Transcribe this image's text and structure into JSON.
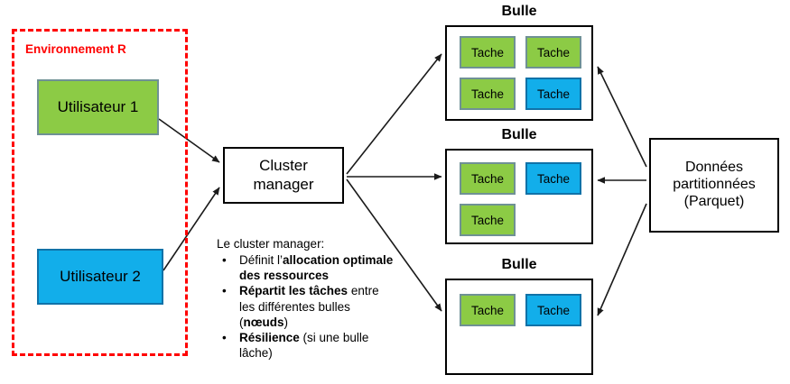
{
  "environment": {
    "label": "Environnement R",
    "border_color": "#ff0000",
    "users": [
      {
        "label": "Utilisateur 1",
        "color": "green"
      },
      {
        "label": "Utilisateur 2",
        "color": "blue"
      }
    ]
  },
  "cluster": {
    "line1": "Cluster",
    "line2": "manager"
  },
  "notes": {
    "heading": "Le cluster manager:",
    "bullet_char": "•",
    "items": [
      {
        "parts": [
          {
            "text": "Définit l’",
            "bold": false
          },
          {
            "text": "allocation optimale des ressources",
            "bold": true
          }
        ]
      },
      {
        "parts": [
          {
            "text": "Répartit les tâches",
            "bold": true
          },
          {
            "text": " entre les différentes bulles (",
            "bold": false
          },
          {
            "text": "nœuds",
            "bold": true
          },
          {
            "text": ")",
            "bold": false
          }
        ]
      },
      {
        "parts": [
          {
            "text": "Résilience",
            "bold": true
          },
          {
            "text": " (si une bulle lâche)",
            "bold": false
          }
        ]
      }
    ]
  },
  "bulles": [
    {
      "title": "Bulle",
      "taches": [
        {
          "label": "Tache",
          "color": "green"
        },
        {
          "label": "Tache",
          "color": "green"
        },
        {
          "label": "Tache",
          "color": "green"
        },
        {
          "label": "Tache",
          "color": "blue"
        }
      ]
    },
    {
      "title": "Bulle",
      "taches": [
        {
          "label": "Tache",
          "color": "green"
        },
        {
          "label": "Tache",
          "color": "blue"
        },
        {
          "label": "Tache",
          "color": "green"
        }
      ]
    },
    {
      "title": "Bulle",
      "taches": [
        {
          "label": "Tache",
          "color": "green"
        },
        {
          "label": "Tache",
          "color": "blue"
        }
      ]
    }
  ],
  "data_store": {
    "line1": "Données",
    "line2": "partitionnées",
    "line3": "(Parquet)"
  },
  "colors": {
    "green_fill": "#8ccb45",
    "green_border": "#6f9195",
    "blue_fill": "#12aeea",
    "blue_border": "#1072a8",
    "red": "#ff0000",
    "black": "#000000"
  }
}
